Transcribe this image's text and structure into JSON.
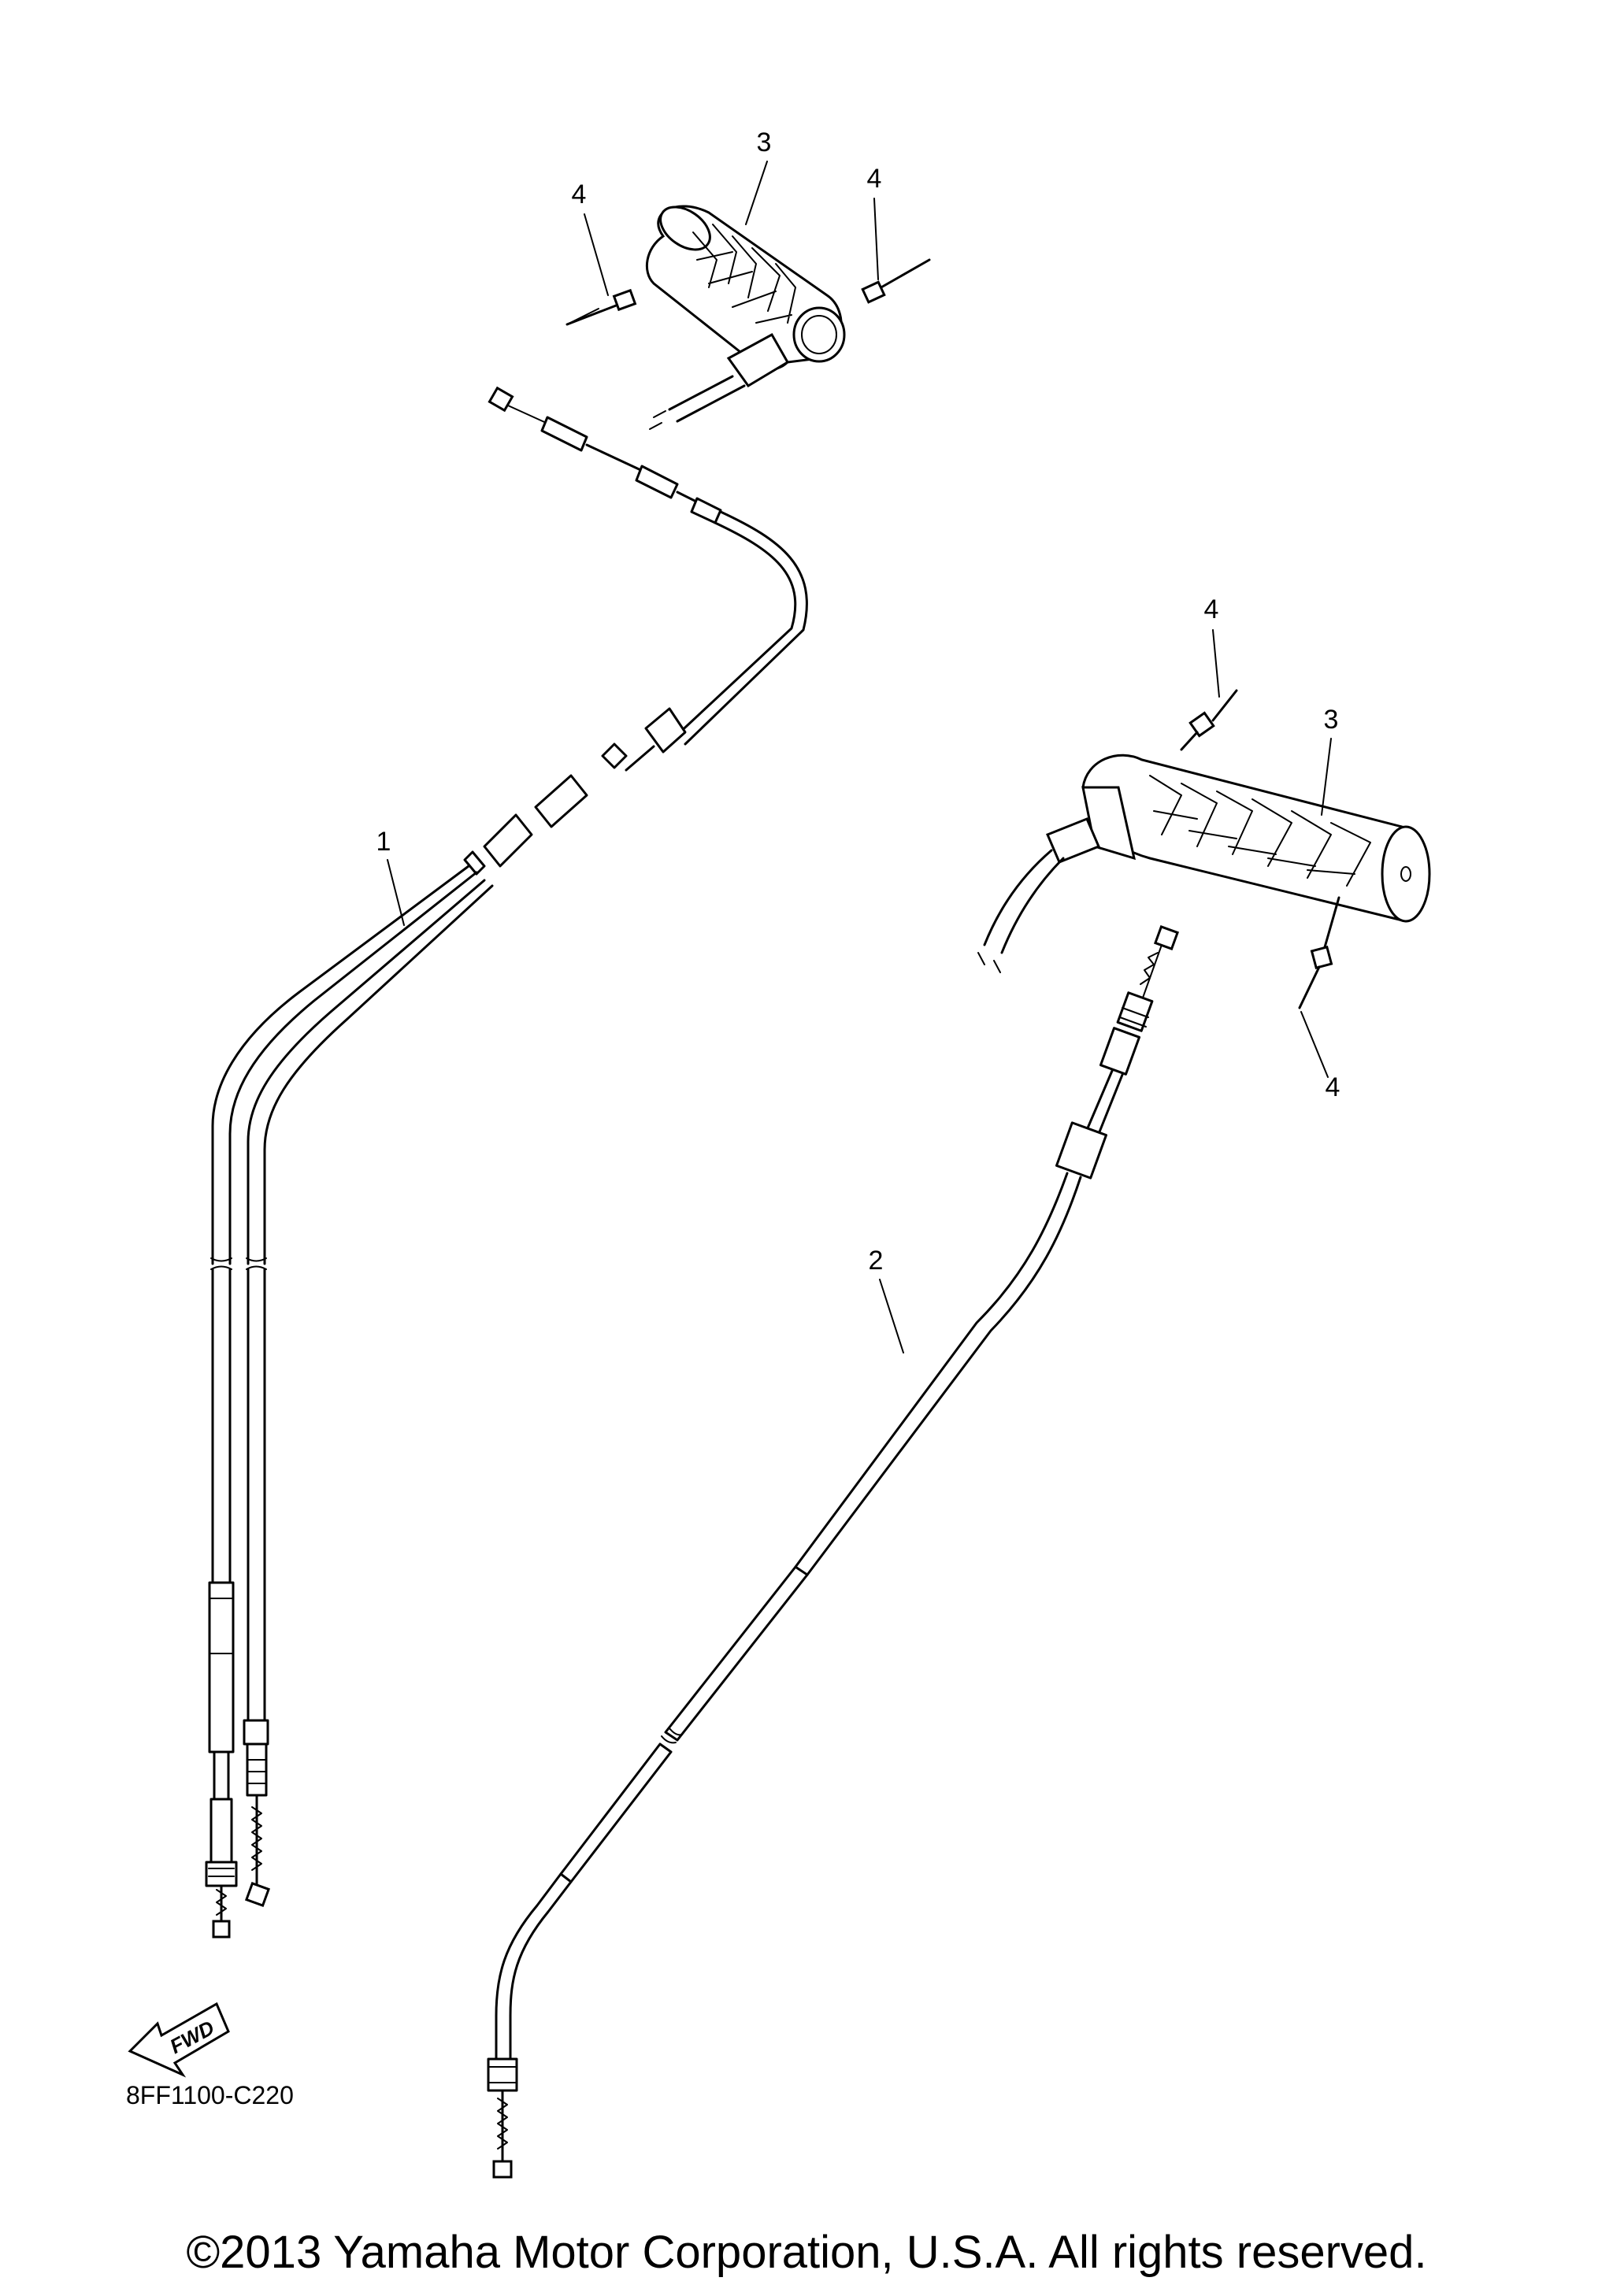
{
  "callouts": {
    "cable_1": "1",
    "cable_2": "2",
    "grip_upper": "3",
    "grip_lower": "3",
    "screw_upper_left": "4",
    "screw_upper_right": "4",
    "screw_lower_top": "4",
    "screw_lower_bottom": "4"
  },
  "fwd_label": "FWD",
  "diagram_code": "8FF1100-C220",
  "copyright": "©2013 Yamaha Motor Corporation, U.S.A. All rights reserved."
}
